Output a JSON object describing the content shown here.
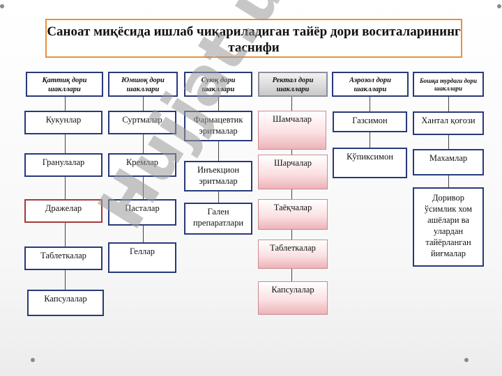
{
  "title": "Саноат миқёсида ишлаб чиқариладиган тайёр дори воситаларининг таснифи",
  "columns": [
    {
      "header": "Қаттиқ дори шакллари",
      "items": [
        "Кукунлар",
        "Гранулалар",
        "Дражелар",
        "Таблеткалар",
        "Капсулалар"
      ]
    },
    {
      "header": "Юмшоқ дори шакллари",
      "items": [
        "Суртмалар",
        "Кремлар",
        "Пасталар",
        "Геллар"
      ]
    },
    {
      "header": "Суюқ дори шакллари",
      "items": [
        "Фармацевтик эритмалар",
        "Инъекцион эритмалар",
        "Гален препаратлари"
      ]
    },
    {
      "header": "Ректал дори шакллари",
      "items": [
        "Шамчалар",
        "Шарчалар",
        "Таёқчалар",
        "Таблеткалар",
        "Капсулалар"
      ]
    },
    {
      "header": "Аэрозол дори шакллари",
      "items": [
        "Газсимон",
        "Кўпиксимон"
      ]
    },
    {
      "header": "Бошқа турдаги дори шакллари",
      "items": [
        "Хантал қоғози",
        "Махамлар",
        "Доривор ўсимлик хом ашёлари ва улардан тайёрланган йиғмалар"
      ]
    }
  ],
  "watermark": "Hujjat.uz",
  "colors": {
    "title_border": "#e8903a",
    "box_border": "#27397a",
    "highlight_border": "#a33a3a",
    "rectal_fill": "#edb3b9"
  }
}
